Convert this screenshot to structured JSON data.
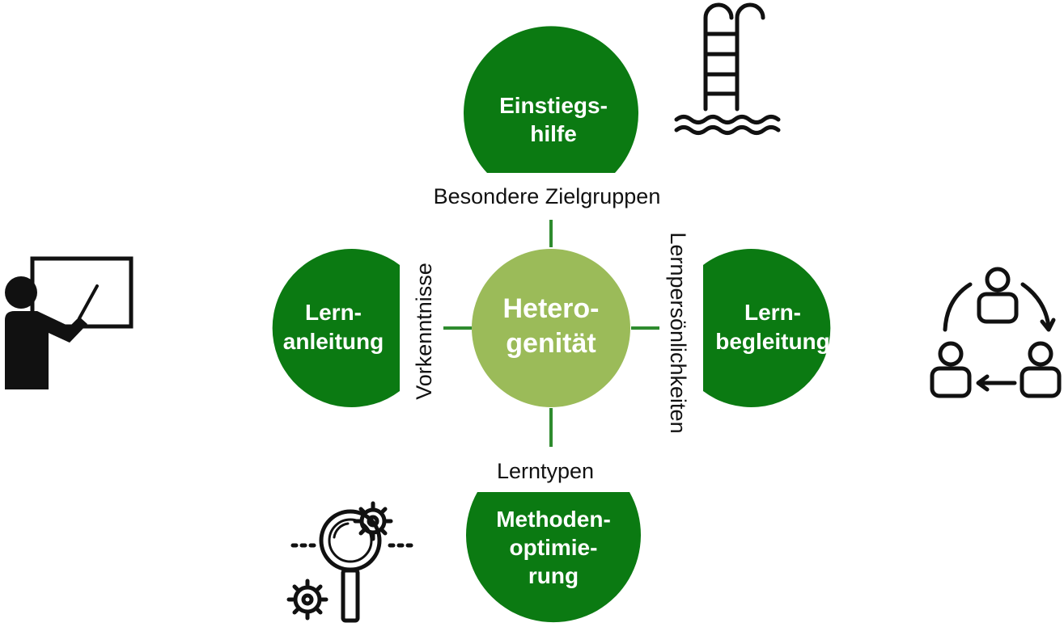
{
  "colors": {
    "dark_green": "#0b7a12",
    "light_green": "#9bbb59",
    "connector": "#2e8b2e",
    "icon": "#111111",
    "text": "#111111"
  },
  "center": {
    "line1": "Hetero-",
    "line2": "genität"
  },
  "nodes": {
    "top": {
      "line1": "Einstiegs-",
      "line2": "hilfe"
    },
    "left": {
      "line1": "Lern-",
      "line2": "anleitung"
    },
    "right": {
      "line1": "Lern-",
      "line2": "begleitung"
    },
    "bottom": {
      "line1": "Methoden-",
      "line2": "optimie-",
      "line3": "rung"
    }
  },
  "axis_labels": {
    "top": "Besondere Zielgruppen",
    "bottom": "Lerntypen",
    "left": "Vorkenntnisse",
    "right": "Lernpersönlichkeiten"
  },
  "icons": {
    "top_right": "pool-ladder-icon",
    "left": "teacher-at-board-icon",
    "right": "team-cycle-icon",
    "bottom_left": "magnifier-gears-icon"
  }
}
